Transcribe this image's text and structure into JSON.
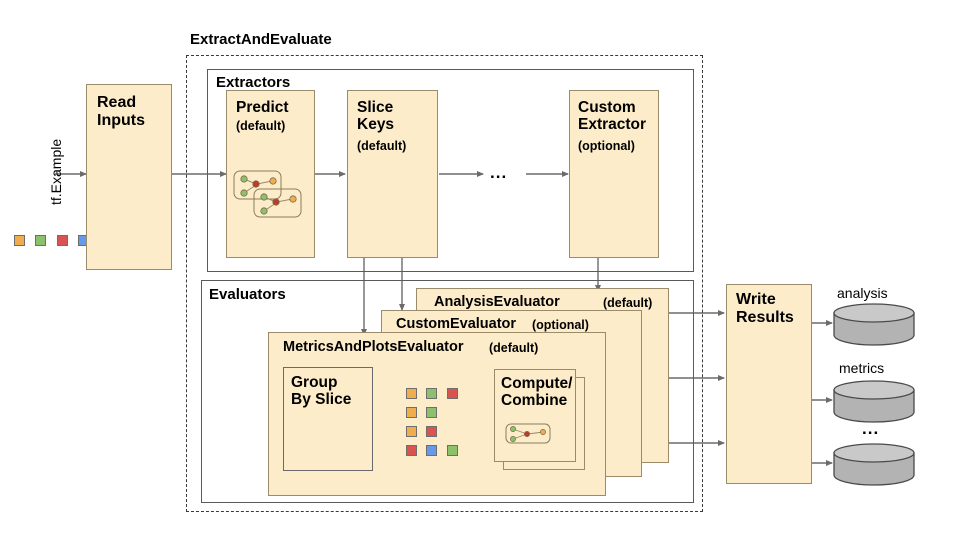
{
  "diagram": {
    "title": "ExtractAndEvaluate",
    "input_label": "tf.Example",
    "ellipsis": "...",
    "palette": {
      "box_fill": "#fcecc9",
      "box_stroke": "#9a8b6a",
      "group_stroke": "#5a5a5a",
      "dashed_stroke": "#3a3a3a",
      "arrow": "#6b6b6b",
      "cylinder_fill": "#b3b3b3",
      "cylinder_top": "#c8c8c8",
      "swatch_orange": "#f0ad4e",
      "swatch_green": "#8cc06a",
      "swatch_red": "#d9534f",
      "swatch_blue": "#6699e8",
      "swatch_border": "#6e6e6e"
    },
    "read_inputs": {
      "title": "Read\nInputs",
      "label": "Read Inputs"
    },
    "input_swatches": [
      "orange",
      "green",
      "red",
      "blue"
    ],
    "extractors": {
      "heading": "Extractors",
      "nodes": [
        {
          "name": "predict",
          "title_lines": [
            "Predict"
          ],
          "qualifier": "(default)",
          "has_graph_icon": true
        },
        {
          "name": "slice-keys",
          "title_lines": [
            "Slice",
            "Keys"
          ],
          "qualifier": "(default)",
          "has_graph_icon": false
        },
        {
          "name": "custom-extractor",
          "title_lines": [
            "Custom",
            "Extractor"
          ],
          "qualifier": "(optional)",
          "has_graph_icon": false
        }
      ]
    },
    "evaluators": {
      "heading": "Evaluators",
      "stack": [
        {
          "name": "analysis-evaluator",
          "title": "AnalysisEvaluator",
          "qualifier": "(default)"
        },
        {
          "name": "custom-evaluator",
          "title": "CustomEvaluator",
          "qualifier": "(optional)"
        },
        {
          "name": "metrics-and-plots-evaluator",
          "title": "MetricsAndPlotsEvaluator",
          "qualifier": "(default)"
        }
      ],
      "group_by_slice": {
        "title_lines": [
          "Group",
          "By Slice"
        ],
        "label": "Group By Slice"
      },
      "compute_combine": {
        "title_lines": [
          "Compute/",
          "Combine"
        ],
        "label": "Compute/Combine"
      },
      "slice_rows": [
        [
          "orange",
          "green",
          "red"
        ],
        [
          "orange",
          "green"
        ],
        [
          "orange",
          "red"
        ],
        [
          "red",
          "blue",
          "green"
        ]
      ]
    },
    "write_results": {
      "title_lines": [
        "Write",
        "Results"
      ],
      "label": "Write Results"
    },
    "sinks": [
      {
        "name": "analysis-store",
        "label": "analysis"
      },
      {
        "name": "metrics-store",
        "label": "metrics"
      },
      {
        "name": "more-store",
        "label": "..."
      }
    ]
  }
}
